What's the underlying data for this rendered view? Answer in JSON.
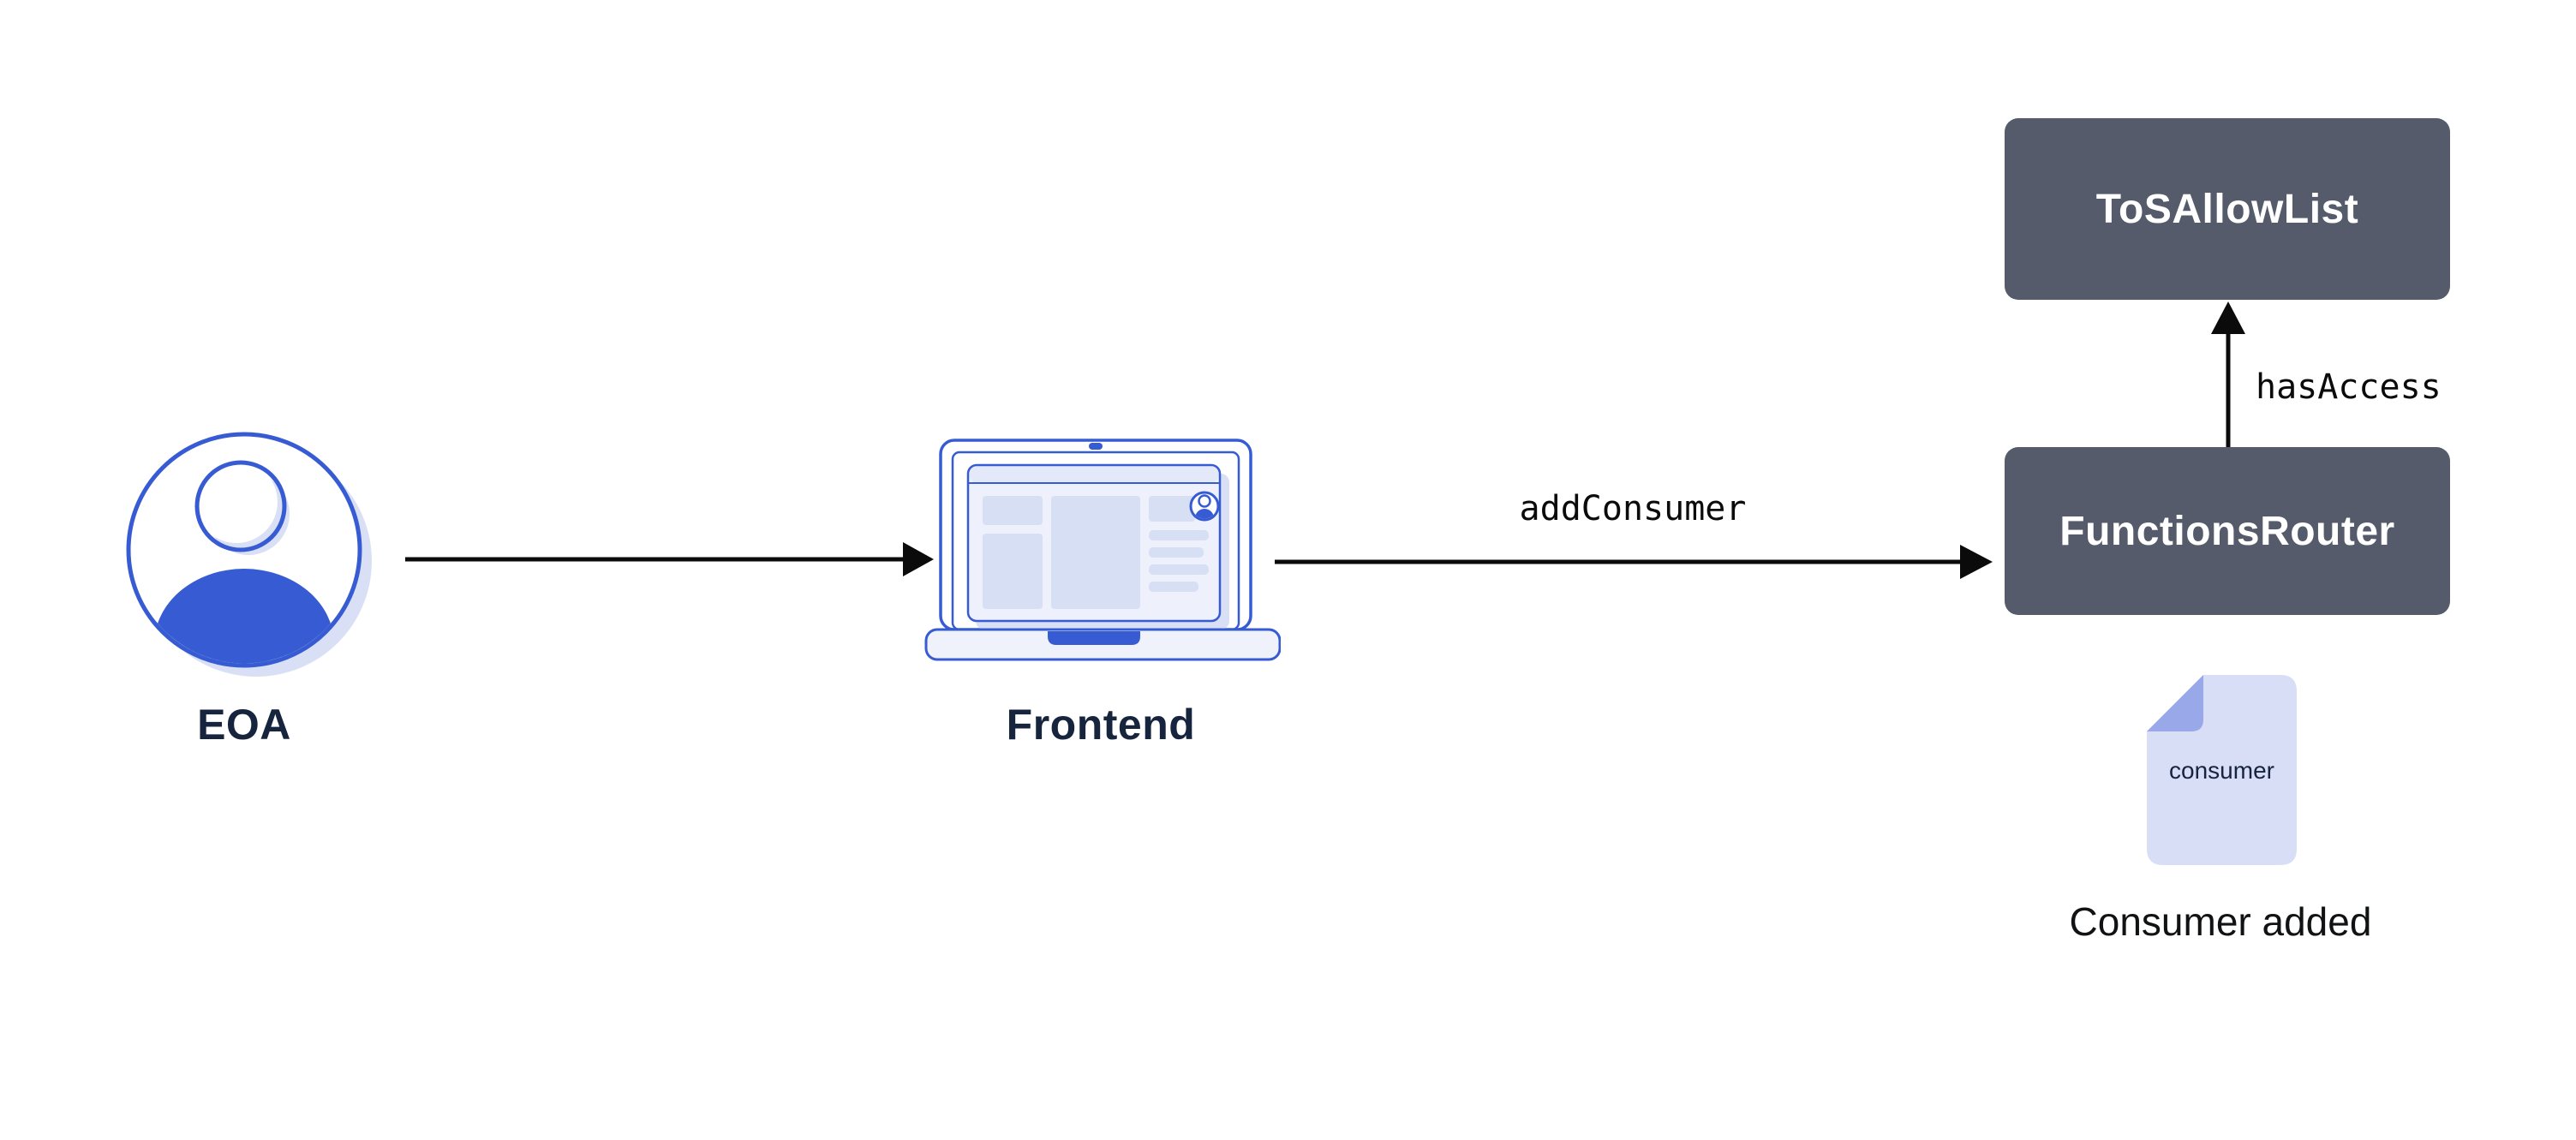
{
  "diagram": {
    "nodes": {
      "eoa": {
        "label": "EOA"
      },
      "frontend": {
        "label": "Frontend"
      },
      "functions_router": {
        "label": "FunctionsRouter"
      },
      "tos_allow_list": {
        "label": "ToSAllowList"
      },
      "consumer_doc": {
        "label": "consumer",
        "caption": "Consumer added"
      }
    },
    "edges": [
      {
        "from": "eoa",
        "to": "frontend",
        "label": ""
      },
      {
        "from": "frontend",
        "to": "functions_router",
        "label": "addConsumer"
      },
      {
        "from": "functions_router",
        "to": "tos_allow_list",
        "label": "hasAccess"
      }
    ],
    "icons": [
      "user-avatar-icon",
      "laptop-icon",
      "document-icon"
    ],
    "colors": {
      "background": "#FFFFFF",
      "brand_blue": "#375BD2",
      "light_blue": "#D9E0F6",
      "browser_bg": "#EEF1FB",
      "browser_header": "#E3E9F8",
      "screen_block": "#D7DFF4",
      "base_fill": "#EFF2FB",
      "box_gray": "#555B6B",
      "box_text": "#FFFFFF",
      "label_navy": "#16243E",
      "arrow_black": "#0B0B0B",
      "doc_fill": "#D7DEF6",
      "doc_fold": "#98A8E8"
    }
  }
}
